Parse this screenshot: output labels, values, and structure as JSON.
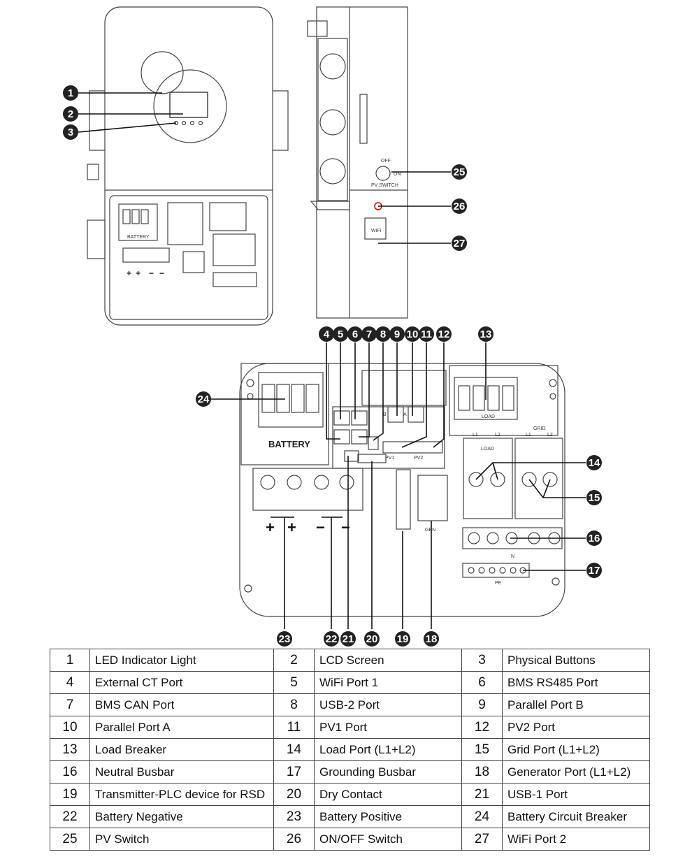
{
  "labels": {
    "battery_side": "BATTERY",
    "battery_main": "BATTERY",
    "off": "OFF",
    "on": "ON",
    "pv_switch": "PV SWITCH",
    "wifi": "WiFi",
    "parallel_b": "B",
    "parallel_a": "A",
    "load": "LOAD",
    "grid": "GRID",
    "l1": "L1",
    "l2": "L2",
    "n": "N",
    "pe": "PE",
    "pv1": "PV1",
    "pv2": "PV2",
    "gen": "GEN",
    "plus": "+",
    "minus": "−"
  },
  "callouts": [
    "1",
    "2",
    "3",
    "4",
    "5",
    "6",
    "7",
    "8",
    "9",
    "10",
    "11",
    "12",
    "13",
    "14",
    "15",
    "16",
    "17",
    "18",
    "19",
    "20",
    "21",
    "22",
    "23",
    "24",
    "25",
    "26",
    "27"
  ],
  "legend": [
    [
      {
        "num": "1",
        "name": "LED Indicator Light"
      },
      {
        "num": "2",
        "name": "LCD Screen"
      },
      {
        "num": "3",
        "name": "Physical Buttons"
      }
    ],
    [
      {
        "num": "4",
        "name": "External CT Port"
      },
      {
        "num": "5",
        "name": "WiFi Port 1"
      },
      {
        "num": "6",
        "name": "BMS RS485 Port"
      }
    ],
    [
      {
        "num": "7",
        "name": "BMS CAN Port"
      },
      {
        "num": "8",
        "name": "USB-2 Port"
      },
      {
        "num": "9",
        "name": "Parallel Port B"
      }
    ],
    [
      {
        "num": "10",
        "name": "Parallel Port A"
      },
      {
        "num": "11",
        "name": "PV1 Port"
      },
      {
        "num": "12",
        "name": "PV2 Port"
      }
    ],
    [
      {
        "num": "13",
        "name": "Load Breaker"
      },
      {
        "num": "14",
        "name": "Load  Port (L1+L2)"
      },
      {
        "num": "15",
        "name": "Grid  Port (L1+L2)"
      }
    ],
    [
      {
        "num": "16",
        "name": "Neutral Busbar"
      },
      {
        "num": "17",
        "name": "Grounding Busbar"
      },
      {
        "num": "18",
        "name": "Generator Port (L1+L2)"
      }
    ],
    [
      {
        "num": "19",
        "name": "Transmitter-PLC device for RSD"
      },
      {
        "num": "20",
        "name": "Dry Contact"
      },
      {
        "num": "21",
        "name": "USB-1 Port"
      }
    ],
    [
      {
        "num": "22",
        "name": "Battery Negative"
      },
      {
        "num": "23",
        "name": "Battery Positive"
      },
      {
        "num": "24",
        "name": "Battery Circuit Breaker"
      }
    ],
    [
      {
        "num": "25",
        "name": "PV Switch"
      },
      {
        "num": "26",
        "name": "ON/OFF Switch"
      },
      {
        "num": "27",
        "name": "WiFi Port 2"
      }
    ]
  ]
}
